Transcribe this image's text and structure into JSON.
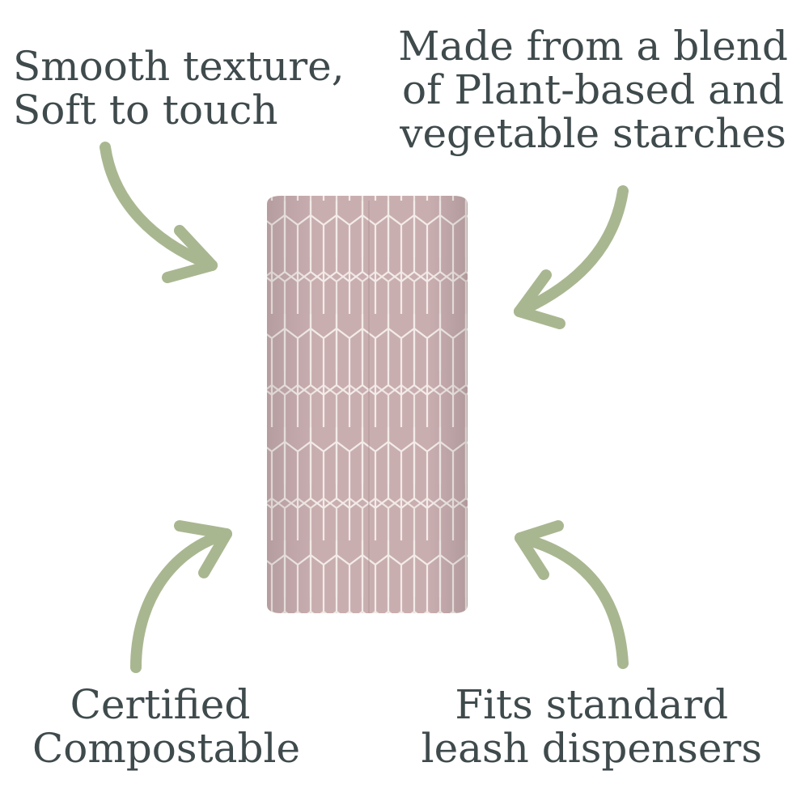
{
  "features": {
    "top_left": {
      "lines": [
        "Smooth texture,",
        "Soft to touch"
      ]
    },
    "top_right": {
      "lines": [
        "Made from a blend",
        "of Plant-based and",
        "vegetable starches"
      ]
    },
    "bottom_left": {
      "lines": [
        "Certified",
        "Compostable"
      ]
    },
    "bottom_right": {
      "lines": [
        "Fits standard",
        "leash dispensers"
      ]
    }
  },
  "product": {
    "icon": "paper-towel-roll-icon",
    "color": "#c9aeb0",
    "pattern_color": "#f3ece8"
  },
  "colors": {
    "text": "#3f4a4c",
    "arrow": "#a9b791",
    "background": "#ffffff"
  }
}
